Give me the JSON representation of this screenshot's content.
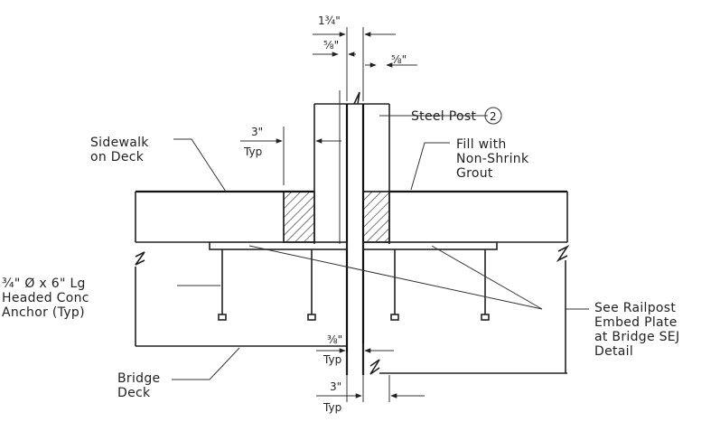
{
  "dimensions": {
    "top_overall": "1¾\"",
    "left_gap": "⅝\"",
    "right_gap": "⅝\"",
    "grout_width": "3\"",
    "grout_width_typ": "Typ",
    "plate_gap": "⅜\"",
    "plate_gap_typ": "Typ",
    "bottom_width": "3\"",
    "bottom_width_typ": "Typ"
  },
  "labels": {
    "steel_post": "Steel Post",
    "steel_post_ref": "2",
    "fill_1": "Fill with",
    "fill_2": "Non-Shrink",
    "fill_3": "Grout",
    "sidewalk_1": "Sidewalk",
    "sidewalk_2": "on Deck",
    "anchor_1": "¾\" Ø x 6\" Lg",
    "anchor_2": "Headed Conc",
    "anchor_3": "Anchor (Typ)",
    "bridge_1": "Bridge",
    "bridge_2": "Deck",
    "see_1": "See Railpost",
    "see_2": "Embed Plate",
    "see_3": "at Bridge SEJ",
    "see_4": "Detail"
  }
}
